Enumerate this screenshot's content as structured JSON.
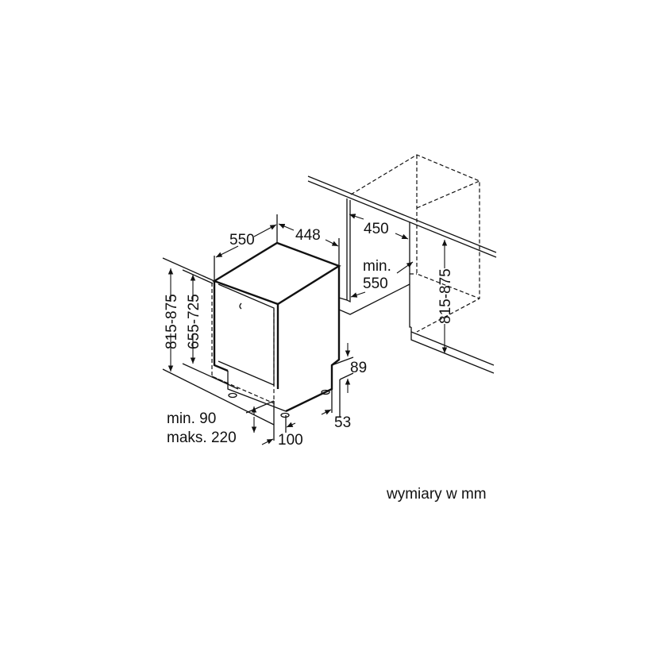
{
  "labels": {
    "depth": "550",
    "width": "448",
    "niche_width": "450",
    "niche_depth_min": "min.",
    "niche_depth_value": "550",
    "niche_height": "815-875",
    "total_height": "815-875",
    "door_height": "655-725",
    "plinth_top": "89",
    "plinth_bottom": "53",
    "foot_offset": "100",
    "plinth_min": "min. 90",
    "plinth_max": "maks. 220"
  },
  "units_note": "wymiary w mm"
}
